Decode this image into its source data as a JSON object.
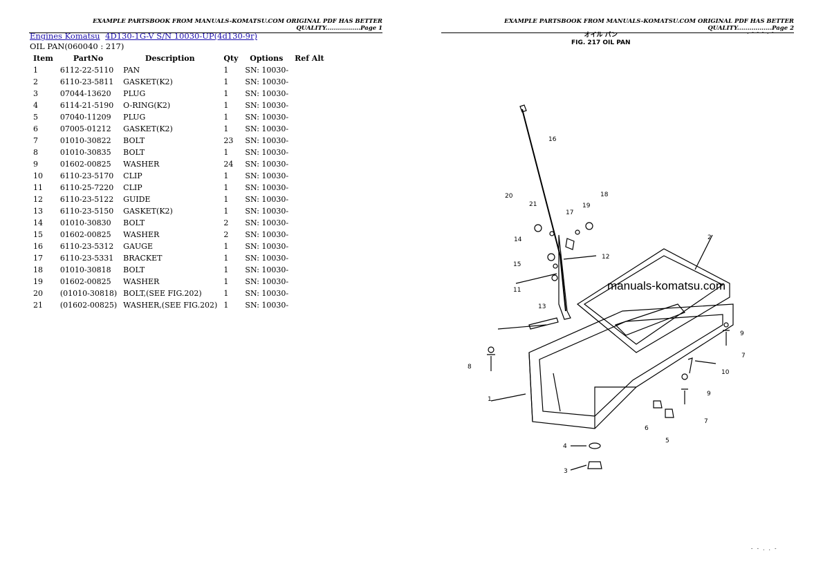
{
  "header_left": "EXAMPLE PARTSBOOK FROM MANUALS-KOMATSU.COM ORIGINAL PDF HAS BETTER QUALITY.................Page 1",
  "header_right": "EXAMPLE PARTSBOOK FROM MANUALS-KOMATSU.COM ORIGINAL PDF HAS BETTER QUALITY.................Page 2",
  "breadcrumb": {
    "link1": "Engines Komatsu",
    "link2": "4D130-1G-V S/N 10030-UP(4d130-9r)"
  },
  "section_title": "OIL PAN(060040 : 217)",
  "table": {
    "headers": [
      "Item",
      "PartNo",
      "Description",
      "Qty",
      "Options",
      "Ref Alt"
    ],
    "rows": [
      {
        "item": "1",
        "partno": "6112-22-5110",
        "desc": "PAN",
        "qty": "1",
        "options": "SN: 10030-"
      },
      {
        "item": "2",
        "partno": "6110-23-5811",
        "desc": "GASKET(K2)",
        "qty": "1",
        "options": "SN: 10030-"
      },
      {
        "item": "3",
        "partno": "07044-13620",
        "desc": "PLUG",
        "qty": "1",
        "options": "SN: 10030-"
      },
      {
        "item": "4",
        "partno": "6114-21-5190",
        "desc": "O-RING(K2)",
        "qty": "1",
        "options": "SN: 10030-"
      },
      {
        "item": "5",
        "partno": "07040-11209",
        "desc": "PLUG",
        "qty": "1",
        "options": "SN: 10030-"
      },
      {
        "item": "6",
        "partno": "07005-01212",
        "desc": "GASKET(K2)",
        "qty": "1",
        "options": "SN: 10030-"
      },
      {
        "item": "7",
        "partno": "01010-30822",
        "desc": "BOLT",
        "qty": "23",
        "options": "SN: 10030-"
      },
      {
        "item": "8",
        "partno": "01010-30835",
        "desc": "BOLT",
        "qty": "1",
        "options": "SN: 10030-"
      },
      {
        "item": "9",
        "partno": "01602-00825",
        "desc": "WASHER",
        "qty": "24",
        "options": "SN: 10030-"
      },
      {
        "item": "10",
        "partno": "6110-23-5170",
        "desc": "CLIP",
        "qty": "1",
        "options": "SN: 10030-"
      },
      {
        "item": "11",
        "partno": "6110-25-7220",
        "desc": "CLIP",
        "qty": "1",
        "options": "SN: 10030-"
      },
      {
        "item": "12",
        "partno": "6110-23-5122",
        "desc": "GUIDE",
        "qty": "1",
        "options": "SN: 10030-"
      },
      {
        "item": "13",
        "partno": "6110-23-5150",
        "desc": "GASKET(K2)",
        "qty": "1",
        "options": "SN: 10030-"
      },
      {
        "item": "14",
        "partno": "01010-30830",
        "desc": "BOLT",
        "qty": "2",
        "options": "SN: 10030-"
      },
      {
        "item": "15",
        "partno": "01602-00825",
        "desc": "WASHER",
        "qty": "2",
        "options": "SN: 10030-"
      },
      {
        "item": "16",
        "partno": "6110-23-5312",
        "desc": "GAUGE",
        "qty": "1",
        "options": "SN: 10030-"
      },
      {
        "item": "17",
        "partno": "6110-23-5331",
        "desc": "BRACKET",
        "qty": "1",
        "options": "SN: 10030-"
      },
      {
        "item": "18",
        "partno": "01010-30818",
        "desc": "BOLT",
        "qty": "1",
        "options": "SN: 10030-"
      },
      {
        "item": "19",
        "partno": "01602-00825",
        "desc": "WASHER",
        "qty": "1",
        "options": "SN: 10030-"
      },
      {
        "item": "20",
        "partno": "(01010-30818)",
        "desc": "BOLT,(SEE FIG.202)",
        "qty": "1",
        "options": "SN: 10030-"
      },
      {
        "item": "21",
        "partno": "(01602-00825)",
        "desc": "WASHER,(SEE FIG.202)",
        "qty": "1",
        "options": "SN: 10030-"
      }
    ]
  },
  "figure": {
    "title_jp": "オイル パン",
    "title": "FIG. 217  OIL  PAN",
    "watermark": "manuals-komatsu.com",
    "callouts": [
      "1",
      "2",
      "3",
      "4",
      "5",
      "6",
      "7",
      "7",
      "8",
      "9",
      "9",
      "10",
      "11",
      "12",
      "13",
      "14",
      "15",
      "16",
      "17",
      "18",
      "19",
      "20",
      "21"
    ]
  }
}
